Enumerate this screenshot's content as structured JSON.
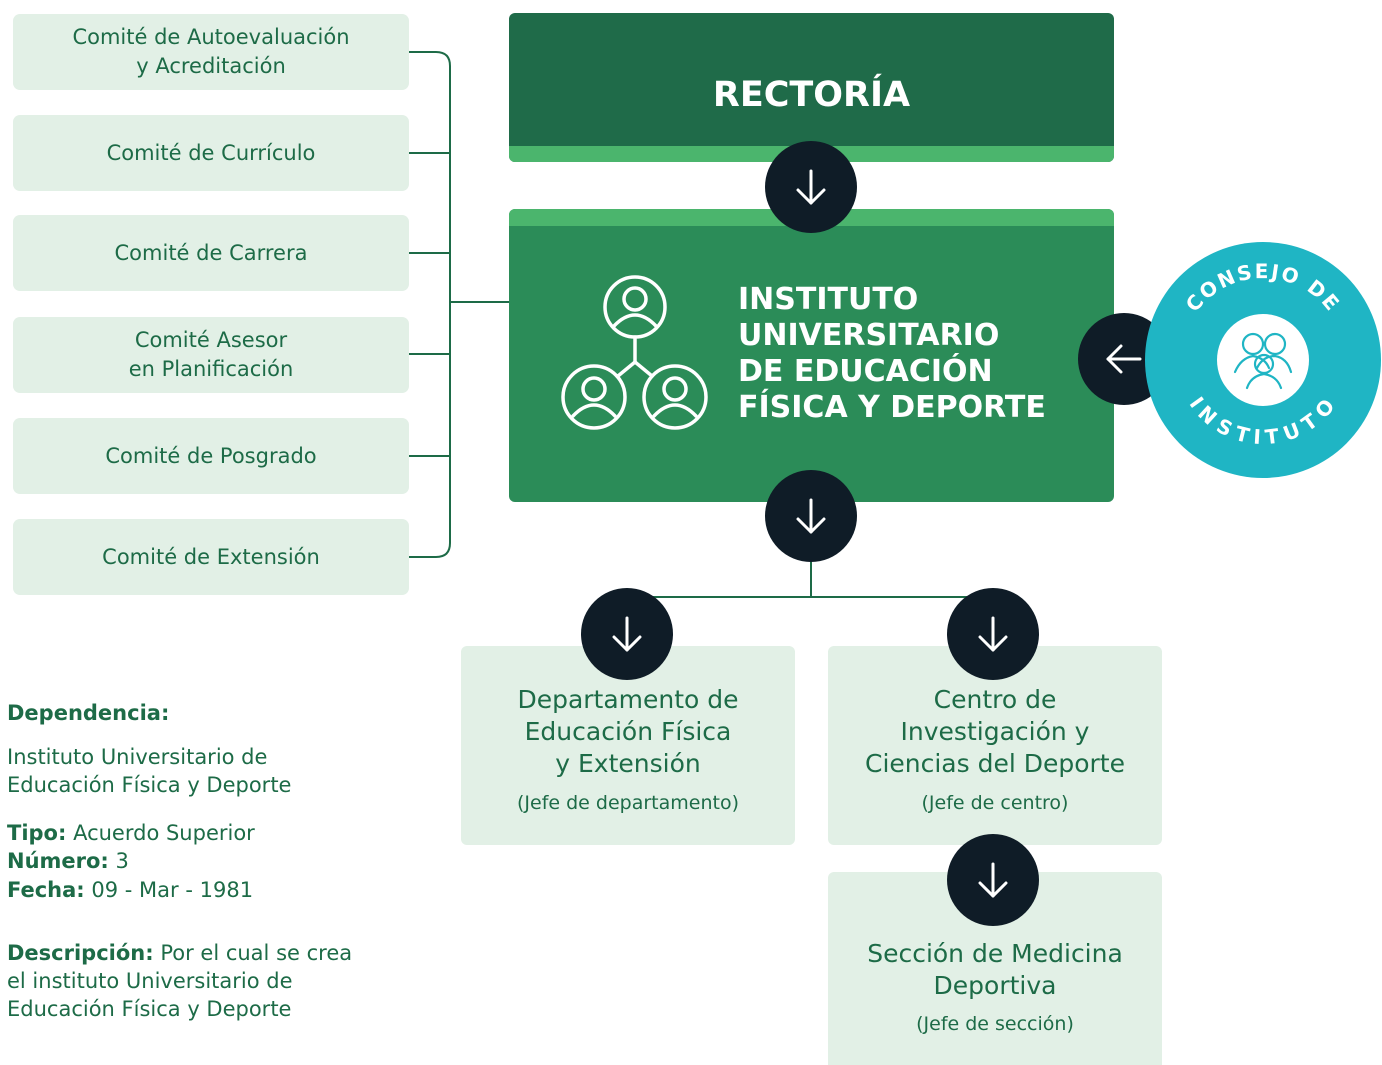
{
  "committees": [
    "Comité de Autoevaluación\ny Acreditación",
    "Comité de Currículo",
    "Comité de Carrera",
    "Comité Asesor\nen Planificación",
    "Comité de Posgrado",
    "Comité de Extensión"
  ],
  "rectoria": {
    "title": "RECTORÍA"
  },
  "instituto": {
    "title": "INSTITUTO\nUNIVERSITARIO\nDE EDUCACIÓN\nFÍSICA Y DEPORTE"
  },
  "consejo": {
    "top_text": "CONSEJO DE",
    "bottom_text": "INSTITUTO"
  },
  "units": [
    {
      "name": "Departamento de\nEducación Física\ny Extensión",
      "role": "(Jefe de departamento)"
    },
    {
      "name": "Centro de\nInvestigación y\nCiencias del Deporte",
      "role": "(Jefe de centro)"
    },
    {
      "name": "Sección de Medicina\nDeportiva",
      "role": "(Jefe de sección)"
    }
  ],
  "info": {
    "dependencia_label": "Dependencia:",
    "dependencia_value": "Instituto Universitario de\nEducación Física y Deporte",
    "tipo_label": "Tipo:",
    "tipo_value": "Acuerdo Superior",
    "numero_label": "Número:",
    "numero_value": "3",
    "fecha_label": "Fecha:",
    "fecha_value": "09 - Mar - 1981",
    "descripcion_label": "Descripción:",
    "descripcion_value": "Por el cual se crea\nel instituto Universitario de\nEducación Física y Deporte"
  },
  "colors": {
    "dark_green": "#1f6b49",
    "mid_green": "#2b8c58",
    "accent_green": "#4bb56d",
    "light_green": "#e2f0e6",
    "text_green": "#1d6b47",
    "navy": "#0f1c27",
    "teal": "#1fb5c4"
  }
}
